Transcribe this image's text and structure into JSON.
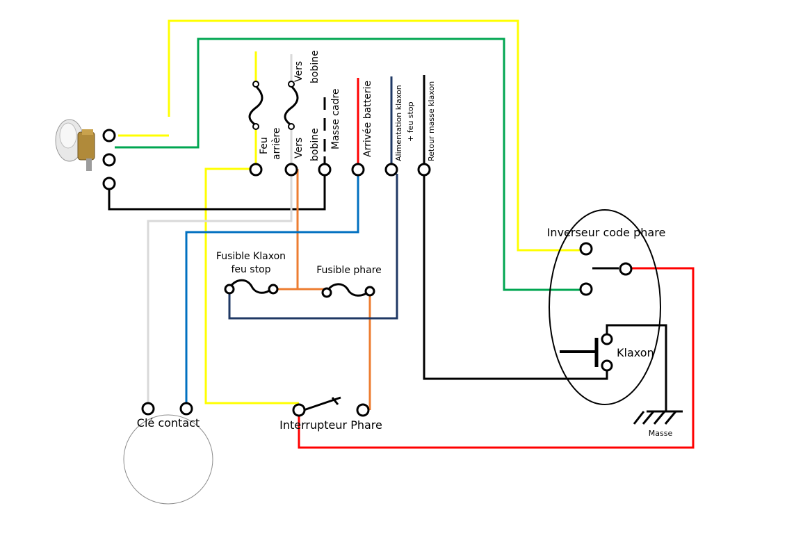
{
  "colors": {
    "yellow": "#ffff00",
    "green": "#00a651",
    "black": "#000000",
    "white_wire": "#d9d9d9",
    "orange": "#ed7d31",
    "blue": "#0070c0",
    "dark_blue": "#1f3864",
    "red": "#ff0000"
  },
  "labels": {
    "feu_arriere": [
      "Feu",
      "arrière"
    ],
    "vers_bobine_top": [
      "Vers",
      "bobine"
    ],
    "vers_bobine_bottom": [
      "Vers",
      "bobine"
    ],
    "masse_cadre": "Masse cadre",
    "arrivee_batterie": "Arrivée batterie",
    "alimentation_klaxon": [
      "Alimentation klaxon",
      "+ feu stop"
    ],
    "retour_masse_klaxon": "Retour masse klaxon",
    "fusible_klaxon": [
      "Fusible Klaxon",
      "feu stop"
    ],
    "fusible_phare": "Fusible phare",
    "inverseur": "Inverseur code phare",
    "klaxon": "Klaxon",
    "masse": "Masse",
    "cle_contact": "Clé contact",
    "interrupteur_phare": "Interrupteur Phare"
  }
}
